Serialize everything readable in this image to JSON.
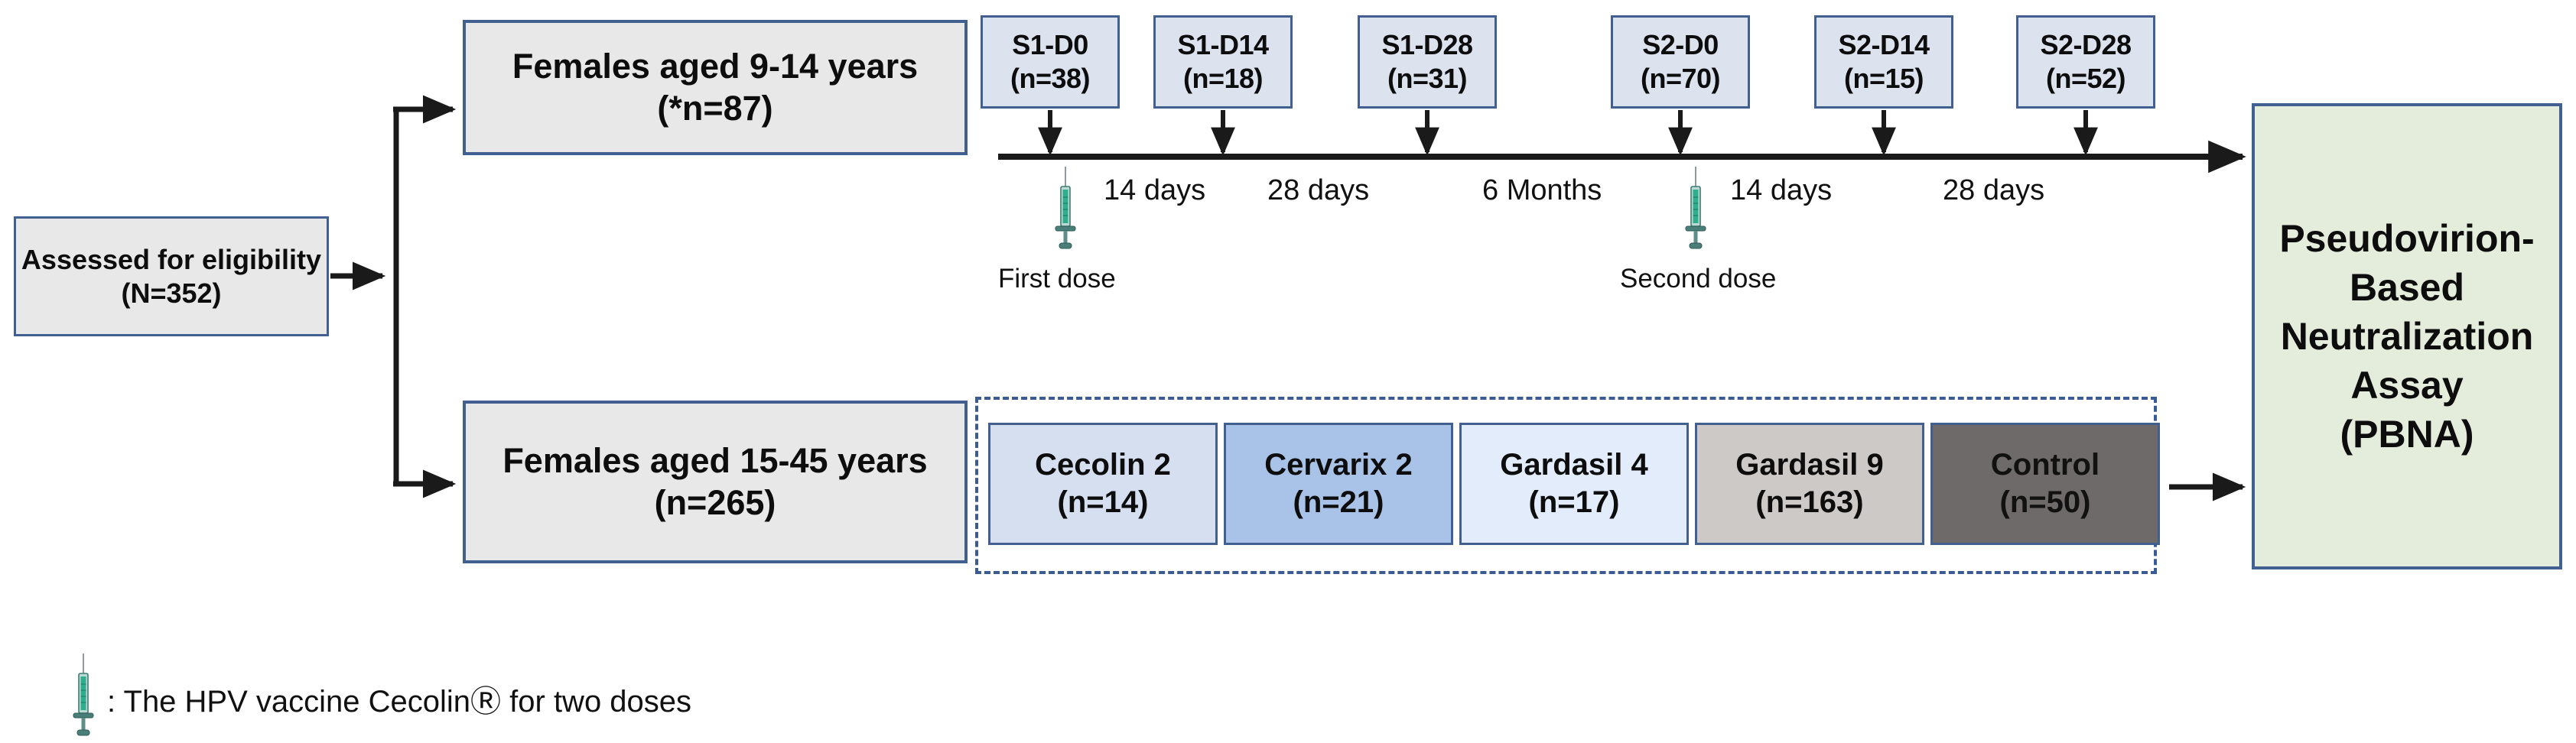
{
  "figure": {
    "enrollment": {
      "line1": "Assessed for eligibility",
      "line2": "(N=352)"
    },
    "cohorts": [
      {
        "line1": "Females aged 9-14 years",
        "line2": "(*n=87)"
      },
      {
        "line1": "Females aged 15-45 years",
        "line2": "(n=265)"
      }
    ],
    "timepoints": [
      {
        "label": "S1-D0",
        "count": "(n=38)"
      },
      {
        "label": "S1-D14",
        "count": "(n=18)"
      },
      {
        "label": "S1-D28",
        "count": "(n=31)"
      },
      {
        "label": "S2-D0",
        "count": "(n=70)"
      },
      {
        "label": "S2-D14",
        "count": "(n=15)"
      },
      {
        "label": "S2-D28",
        "count": "(n=52)"
      }
    ],
    "intervals": [
      {
        "label": "14 days"
      },
      {
        "label": "28 days"
      },
      {
        "label": "6 Months"
      },
      {
        "label": "14 days"
      },
      {
        "label": "28 days"
      }
    ],
    "doses": [
      {
        "label": "First dose"
      },
      {
        "label": "Second dose"
      }
    ],
    "arms": [
      {
        "name": "Cecolin 2",
        "count": "(n=14)",
        "color": "#d5dff0"
      },
      {
        "name": "Cervarix 2",
        "count": "(n=21)",
        "color": "#a8c2e8"
      },
      {
        "name": "Gardasil 4",
        "count": "(n=17)",
        "color": "#e2ecfa"
      },
      {
        "name": "Gardasil 9",
        "count": "(n=163)",
        "color": "#cdc9c6"
      },
      {
        "name": "Control",
        "count": "(n=50)",
        "color": "#6d6a69"
      }
    ],
    "outcome": {
      "line1": "Pseudovirion-",
      "line2": "Based",
      "line3": "Neutralization",
      "line4": "Assay",
      "line5": "(PBNA)"
    },
    "legend": {
      "text": ": The HPV vaccine CecolinⓇ for two doses"
    },
    "colors": {
      "box_border": "#41608f",
      "box_fill": "#e8e8e8",
      "timepoint_fill": "#dde3ee",
      "outcome_fill": "#e4ecdb",
      "dashed_border": "#3b5c92",
      "connector": "#1a1a1a",
      "syringe": "#2fae8e"
    }
  }
}
